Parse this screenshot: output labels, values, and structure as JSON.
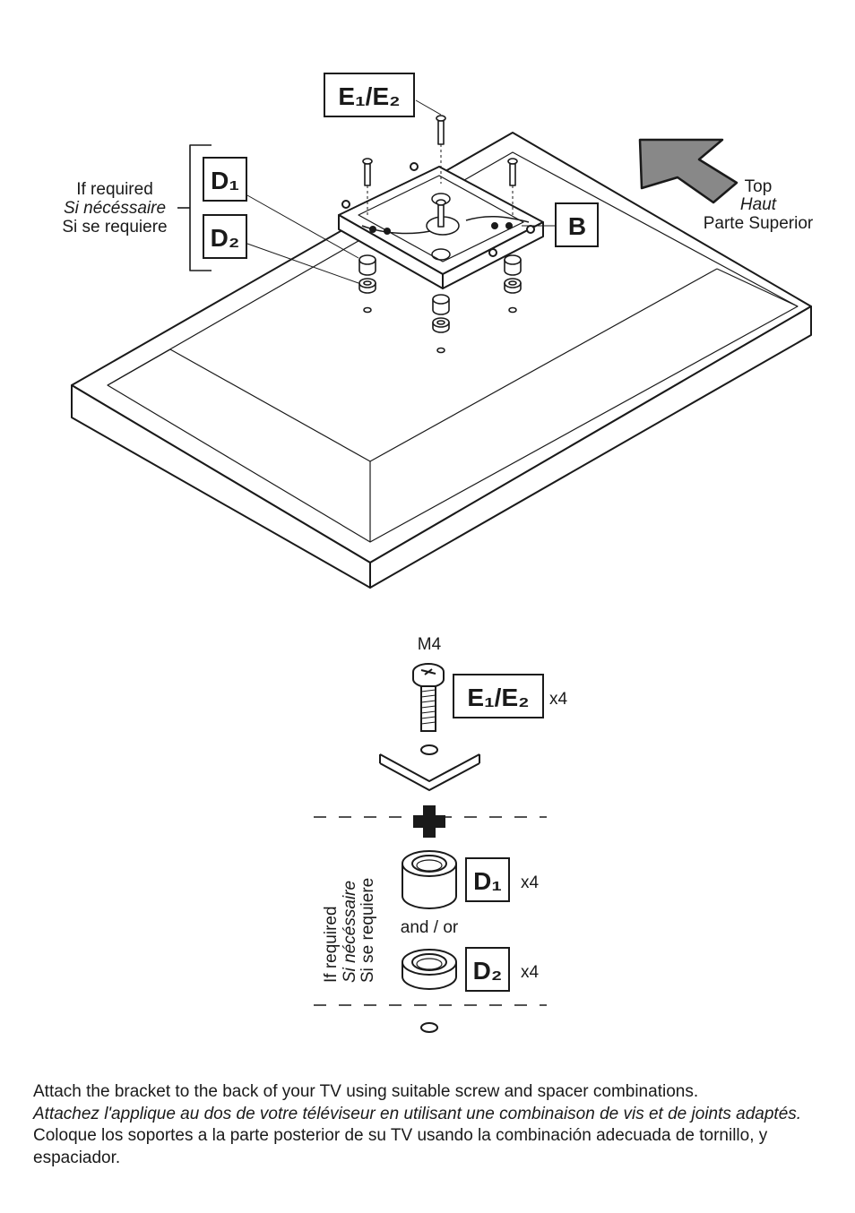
{
  "labels": {
    "screw_kit": "E₁/E₂",
    "spacer_d1": "D₁",
    "spacer_d2": "D₂",
    "bracket": "B",
    "if_required_en": "If required",
    "if_required_fr": "Si nécéssaire",
    "if_required_es": "Si se requiere",
    "top_en": "Top",
    "top_fr": "Haut",
    "top_es": "Parte Superior",
    "screw_size": "M4",
    "qty_screw": "x4",
    "qty_d1": "x4",
    "qty_d2": "x4",
    "and_or": "and / or"
  },
  "instructions": {
    "en": "Attach the bracket to the back of your TV using suitable screw and spacer combinations.",
    "fr": "Attachez l'applique au dos de votre téléviseur en utilisant une combinaison de vis et de joints adaptés.",
    "es": "Coloque los soportes a la parte posterior de su TV usando la combinación adecuada de tornillo, y espaciador."
  }
}
